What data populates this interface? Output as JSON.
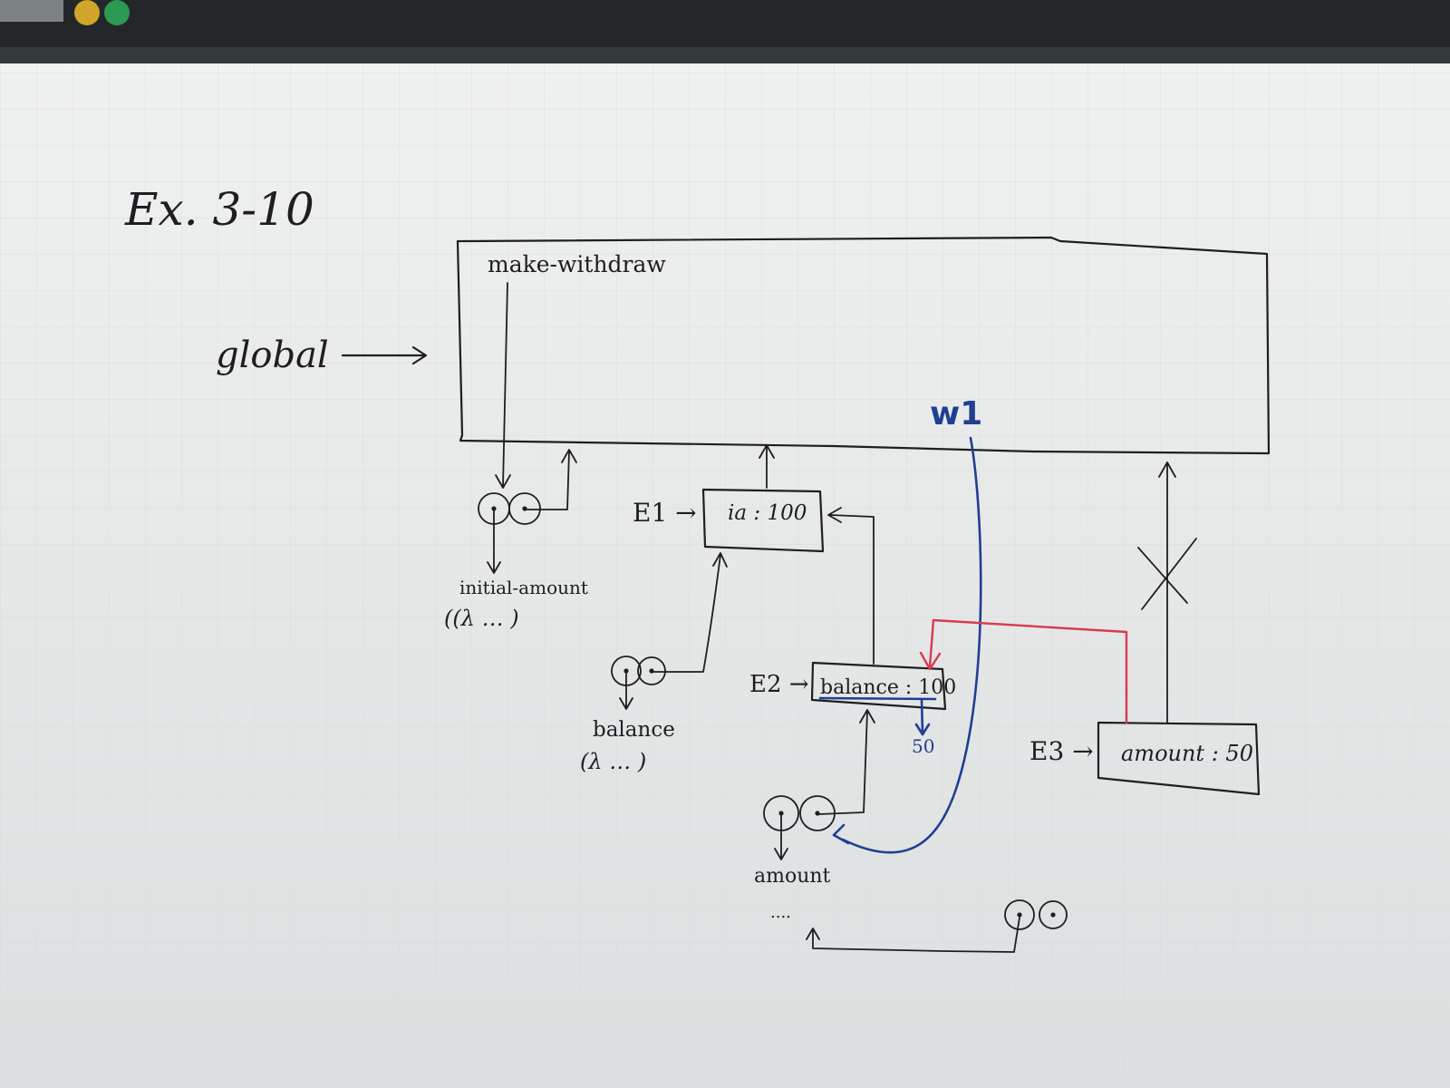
{
  "diagram": {
    "title": "Ex. 3-10",
    "global_label": "global",
    "global_binding": "make-withdraw",
    "w1_label": "w1",
    "proc1_param": "initial-amount",
    "proc1_body": "((λ …     )",
    "e1_label": "E1 →",
    "e1_frame": "ia : 100",
    "proc2_param": "balance",
    "proc2_body": "(λ …     )",
    "e2_label": "E2 →",
    "e2_frame": "balance : 100",
    "e2_new_value": "50",
    "proc3_param": "amount",
    "proc3_body": "....",
    "e3_label": "E3 →",
    "e3_frame": "amount : 50"
  },
  "colors": {
    "board": "#e6e8e8",
    "ink": "#1e1e22",
    "blue_marker": "#203f93",
    "red_marker": "#d93a4e",
    "top_bar": "#23272a"
  }
}
